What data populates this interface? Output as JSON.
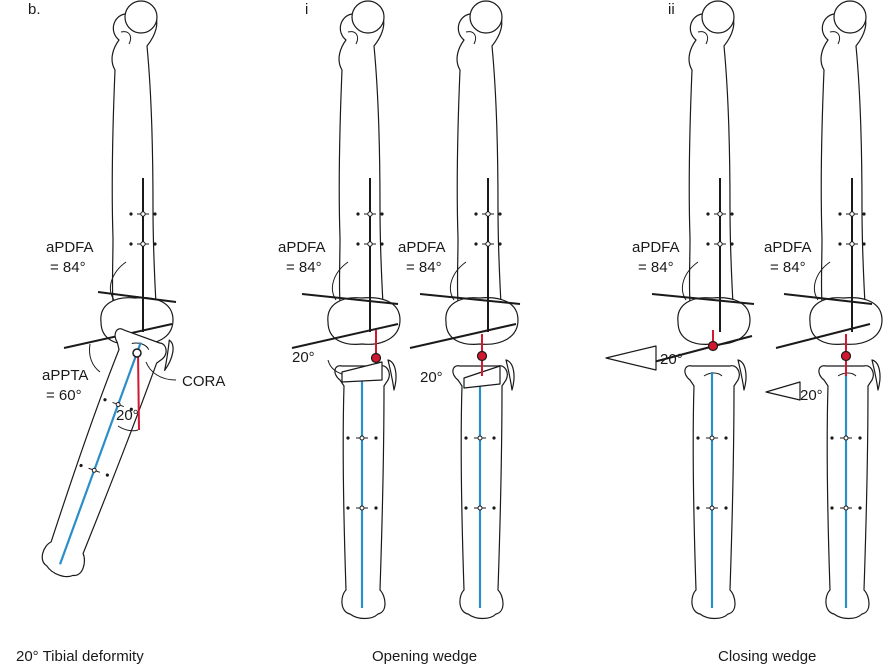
{
  "panel_b": {
    "tag": "b.",
    "apdfa_line1": "aPDFA",
    "apdfa_line2": "= 84°",
    "apPTA_line1": "aPPTA",
    "apPTA_line2": "= 60°",
    "cora": "CORA",
    "angle": "20°",
    "caption": "20° Tibial deformity"
  },
  "panel_i": {
    "tag": "i",
    "left": {
      "apdfa_line1": "aPDFA",
      "apdfa_line2": "= 84°",
      "angle": "20°"
    },
    "right": {
      "apdfa_line1": "aPDFA",
      "apdfa_line2": "= 84°",
      "angle": "20°"
    },
    "caption": "Opening wedge"
  },
  "panel_ii": {
    "tag": "ii",
    "left": {
      "apdfa_line1": "aPDFA",
      "apdfa_line2": "= 84°",
      "angle": "20°"
    },
    "right": {
      "apdfa_line1": "aPDFA",
      "apdfa_line2": "= 84°",
      "angle": "20°"
    },
    "caption": "Closing wedge"
  },
  "colors": {
    "bone_outline": "#1a1a1a",
    "tibial_axis": "#2a8ec8",
    "femoral_axis_marker": "#d01830",
    "cora_point": "#d01830"
  }
}
